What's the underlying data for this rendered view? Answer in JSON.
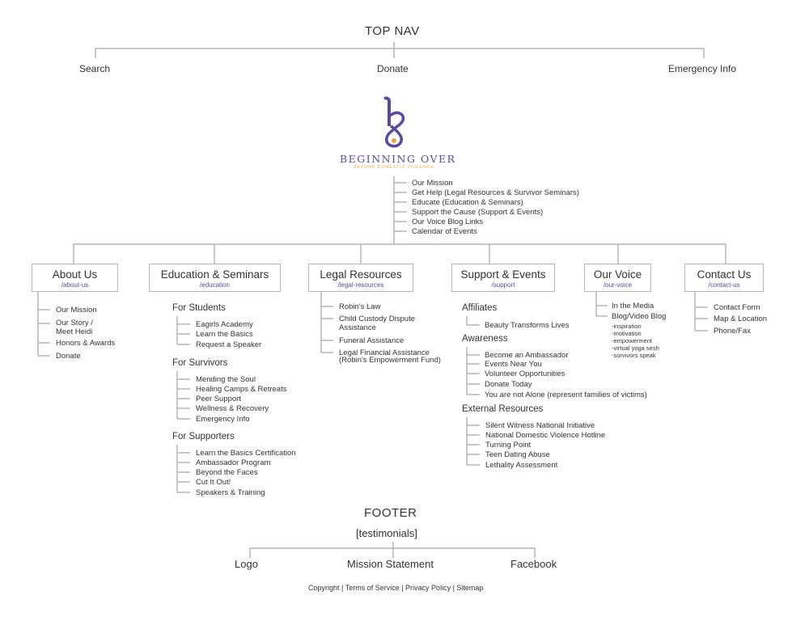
{
  "top_nav": {
    "heading": "TOP NAV",
    "items": [
      "Search",
      "Donate",
      "Emergency Info"
    ]
  },
  "logo": {
    "name": "BEGINNING OVER",
    "tagline": "BEYOND DOMESTIC VIOLENCE",
    "colors": {
      "purple": "#5b4a9c",
      "orange": "#e8a34a"
    }
  },
  "home_links": [
    "Our Mission",
    "Get Help (Legal Resources & Survivor Seminars)",
    "Educate (Education & Seminars)",
    "Support the Cause (Support & Events)",
    "Our Voice Blog Links",
    "Calendar of Events"
  ],
  "sections": {
    "about": {
      "title": "About Us",
      "url": "/about-us",
      "items": [
        "Our Mission",
        "Our Story /",
        "Meet Heidi",
        "Honors & Awards",
        "Donate"
      ]
    },
    "education": {
      "title": "Education & Seminars",
      "url": "/education",
      "groups": [
        {
          "title": "For Students",
          "items": [
            "Eagirls Academy",
            "Learn the Basics",
            "Request a Speaker"
          ]
        },
        {
          "title": "For Survivors",
          "items": [
            "Mending the Soul",
            "Healing Camps & Retreats",
            "Peer Support",
            "Wellness & Recovery",
            "Emergency Info"
          ]
        },
        {
          "title": "For Supporters",
          "items": [
            "Learn the Basics Certification",
            "Ambassador Program",
            "Beyond the Faces",
            "Cut It Out!",
            "Speakers & Training"
          ]
        }
      ]
    },
    "legal": {
      "title": "Legal Resources",
      "url": "/legal-resources",
      "items": [
        "Robin's Law",
        "Child Custody Dispute",
        "Assistance",
        "Funeral Assistance",
        "Legal Financial Assistance",
        "(Robin's Empowerment Fund)"
      ]
    },
    "support": {
      "title": "Support & Events",
      "url": "/support",
      "groups": [
        {
          "title": "Affiliates",
          "items": [
            "Beauty Transforms Lives"
          ]
        },
        {
          "title": "Awareness",
          "items": [
            "Become an Ambassador",
            "Events Near You",
            "Volunteer Opportunities",
            "Donate Today",
            "You are not Alone (represent families of victims)"
          ]
        },
        {
          "title": "External Resources",
          "items": [
            "Silent Witness National Initiative",
            "National Domestic Violence Hotline",
            "Turning Point",
            "Teen Dating Abuse",
            "Lethality Assessment"
          ]
        }
      ]
    },
    "voice": {
      "title": "Our Voice",
      "url": "/our-voice",
      "items": [
        "In the Media",
        "Blog/Video Blog"
      ],
      "tags": [
        "-inspiration",
        "-motivation",
        "-empowerment",
        "-virtual yoga sesh",
        "-survivors speak"
      ]
    },
    "contact": {
      "title": "Contact Us",
      "url": "/contact-us",
      "items": [
        "Contact Form",
        "Map & Location",
        "Phone/Fax"
      ]
    }
  },
  "footer": {
    "heading": "FOOTER",
    "testimonials": "[testimonials]",
    "items": [
      "Logo",
      "Mission Statement",
      "Facebook"
    ],
    "copyright": "Copyright | Terms of Service | Privacy Policy | Sitemap"
  },
  "line_color": "#b5b5b5"
}
